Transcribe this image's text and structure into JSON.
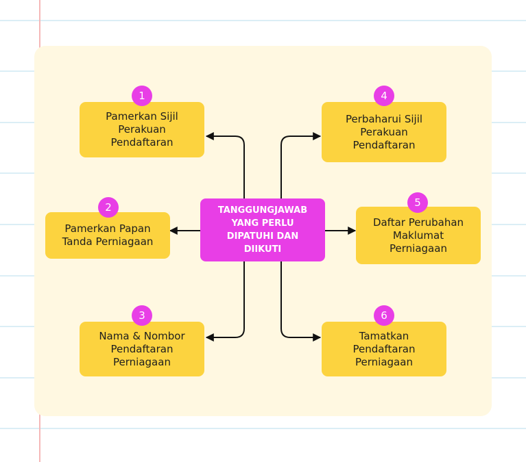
{
  "center": {
    "label": "TANGGUNGJAWAB\nYANG PERLU\nDIPATUHI DAN\nDIIKUTI"
  },
  "items": [
    {
      "number": "1",
      "label": "Pamerkan Sijil\nPerakuan\nPendaftaran"
    },
    {
      "number": "2",
      "label": "Pamerkan Papan\nTanda Perniagaan"
    },
    {
      "number": "3",
      "label": "Nama & Nombor\nPendaftaran\nPerniagaan"
    },
    {
      "number": "4",
      "label": "Perbaharui Sijil\nPerakuan\nPendaftaran"
    },
    {
      "number": "5",
      "label": "Daftar Perubahan\nMaklumat\nPerniagaan"
    },
    {
      "number": "6",
      "label": "Tamatkan\nPendaftaran\nPerniagaan"
    }
  ],
  "colors": {
    "box_fill": "#fcd33f",
    "center_fill": "#e83ee6",
    "badge_fill": "#e83ee6",
    "panel_fill": "#fff8e1",
    "connector": "#111111"
  }
}
